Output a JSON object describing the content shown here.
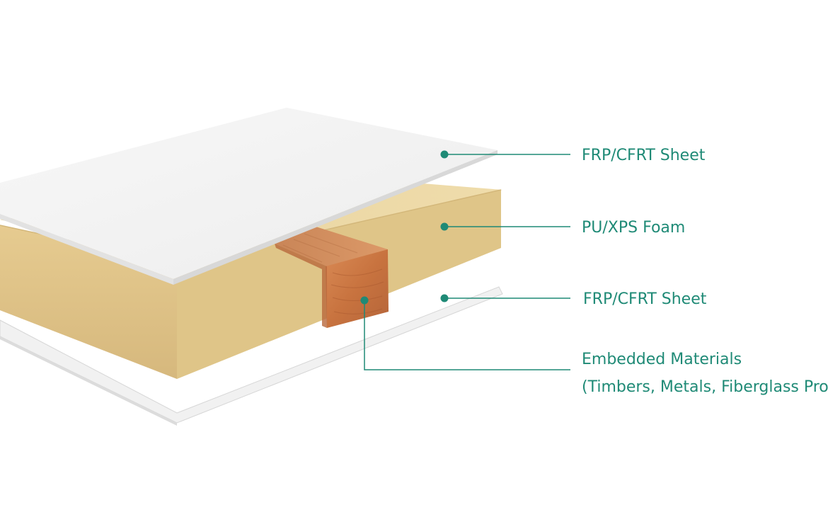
{
  "colors": {
    "accent": "#1f8a76",
    "sheet": "#f3f3f3",
    "foam_top": "#ecd9a6",
    "foam_front": "#dfc388",
    "timber": "#c87a4a"
  },
  "labels": {
    "top_sheet": "FRP/CFRT Sheet",
    "foam": "PU/XPS Foam",
    "bottom_sheet": "FRP/CFRT Sheet",
    "embedded_line1": "Embedded Materials",
    "embedded_line2": "(Timbers, Metals, Fiberglass Profiles)"
  }
}
